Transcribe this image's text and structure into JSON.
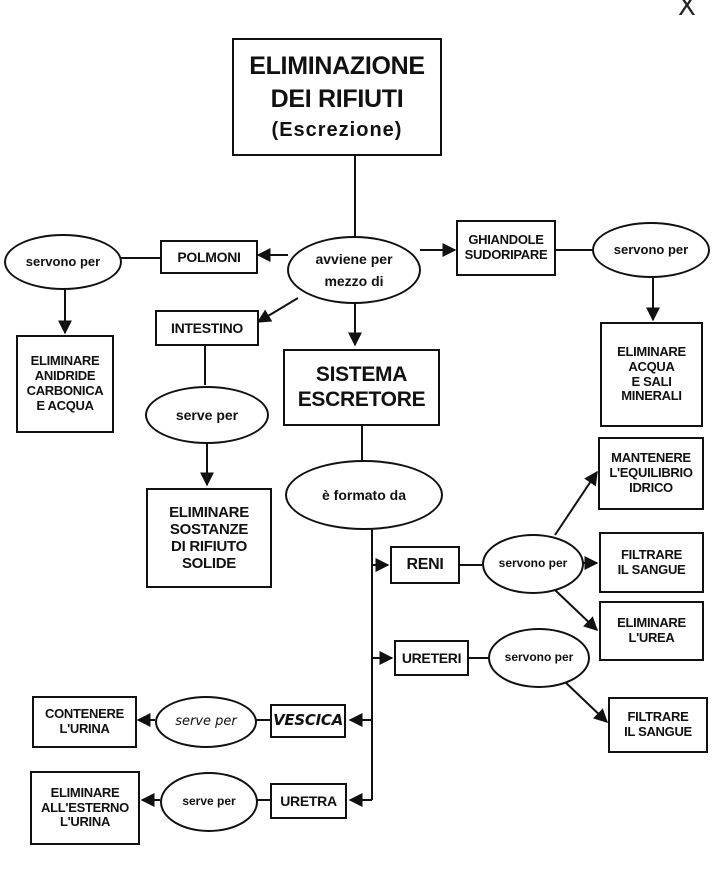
{
  "title": {
    "line1": "ELIMINAZIONE",
    "line2": "DEI RIFIUTI",
    "line3": "(Escrezione)"
  },
  "corner_mark": "X",
  "hub": "avviene per\nmezzo di",
  "organs": {
    "polmoni": "POLMONI",
    "ghiandole": "GHIANDOLE\nSUDORIPARE",
    "intestino": "INTESTINO",
    "sistema": "SISTEMA\nESCRETORE"
  },
  "connectors": {
    "servono_left": "servono per",
    "servono_right": "servono per",
    "serve_intestino": "serve per",
    "formato": "è formato da",
    "servono_reni": "servono per",
    "servono_ureteri": "servono per",
    "serve_vescica": "serve per",
    "serve_uretra": "serve per"
  },
  "functions": {
    "polmoni": "ELIMINARE\nANIDRIDE\nCARBONICA\nE ACQUA",
    "ghiandole": "ELIMINARE\nACQUA\nE SALI\nMINERALI",
    "intestino": "ELIMINARE\nSOSTANZE\nDI RIFIUTO\nSOLIDE"
  },
  "components": {
    "reni": "RENI",
    "ureteri": "URETERI",
    "vescica": "VESCICA",
    "uretra": "URETRA"
  },
  "reni_functions": [
    "MANTENERE\nL'EQUILIBRIO\nIDRICO",
    "FILTRARE\nIL SANGUE",
    "ELIMINARE\nL'UREA"
  ],
  "ureteri_function": "FILTRARE\nIL SANGUE",
  "vescica_function": "CONTENERE\nL'URINA",
  "uretra_function": "ELIMINARE\nALL'ESTERNO\nL'URINA"
}
